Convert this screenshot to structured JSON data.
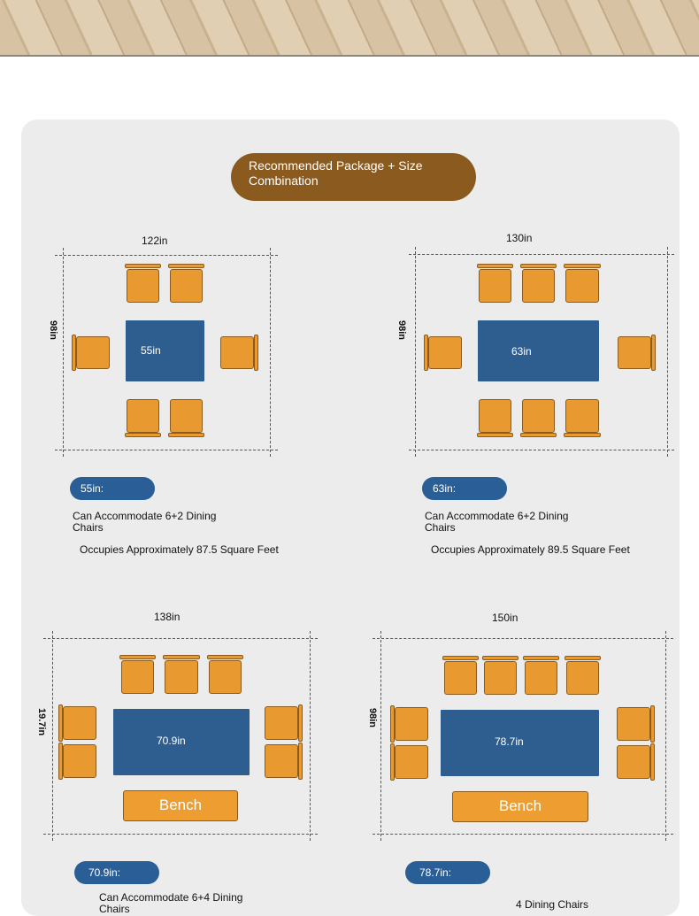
{
  "header": {
    "title": "Recommended Package + Size Combination"
  },
  "panels": [
    {
      "width": "122in",
      "depth": "98in",
      "table": "55in",
      "tag": "55in:",
      "capacity": "Can Accommodate 6+2 Dining Chairs",
      "area": "Occupies Approximately 87.5 Square Feet"
    },
    {
      "width": "130in",
      "depth": "98in",
      "table": "63in",
      "tag": "63in:",
      "capacity": "Can Accommodate 6+2 Dining Chairs",
      "area": "Occupies Approximately 89.5 Square Feet"
    },
    {
      "width": "138in",
      "depth": "19.7in",
      "table": "70.9in",
      "bench": "Bench",
      "tag": "70.9in:",
      "capacity": "Can Accommodate 6+4 Dining Chairs"
    },
    {
      "width": "150in",
      "depth": "98in",
      "table": "78.7in",
      "bench": "Bench",
      "tag": "78.7in:",
      "capacity": "4 Dining Chairs"
    }
  ],
  "colors": {
    "chair": "#e89a31",
    "table": "#2e5d8f",
    "tag": "#2a5e96",
    "header_pill": "#8a5a1e",
    "card": "#ececec"
  }
}
